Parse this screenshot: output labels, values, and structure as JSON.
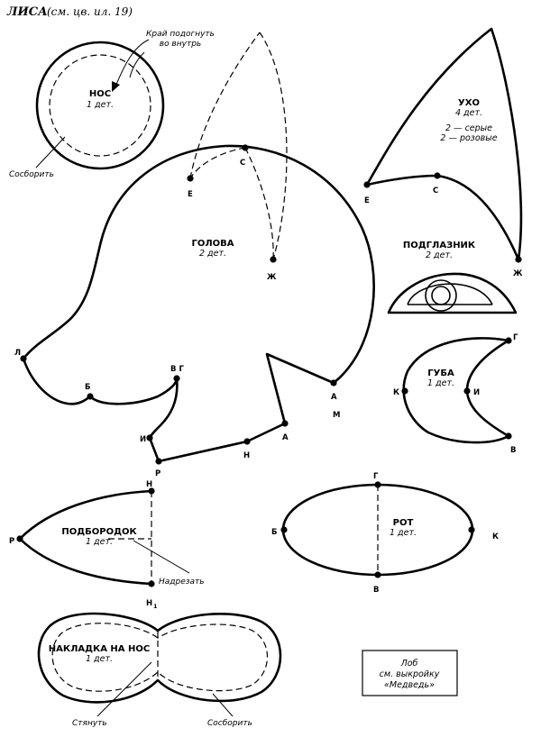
{
  "header": {
    "title": "ЛИСА",
    "reference": "(см. цв. ил. 19)"
  },
  "nose": {
    "title": "НОС",
    "count": "1 дет.",
    "note_line1": "Край подогнуть",
    "note_line2": "во внутрь",
    "gather": "Cосборить"
  },
  "head": {
    "title": "ГОЛОВА",
    "count": "2 дет."
  },
  "ear": {
    "title": "УХО",
    "count": "4 дет.",
    "variant1": "2 — серые",
    "variant2": "2 — розовые"
  },
  "eyelid": {
    "title": "ПОДГЛАЗНИК",
    "count": "2 дет."
  },
  "lip": {
    "title": "ГУБА",
    "count": "1 дет."
  },
  "chin": {
    "title": "ПОДБОРОДОК",
    "count": "1 дет.",
    "cut": "Надрезать"
  },
  "mouth": {
    "title": "РОТ",
    "count": "1 дет."
  },
  "nose_cover": {
    "title": "НАКЛАДКА НА НОС",
    "count": "1 дет.",
    "pull": "Стянуть",
    "gather": "Сосборить"
  },
  "forehead_box": {
    "line1": "Лоб",
    "line2": "см. выкройку",
    "line3": "«Медведь»"
  },
  "points": {
    "E": "Е",
    "C": "С",
    "Zh": "Ж",
    "L": "Л",
    "B": "Б",
    "V": "В",
    "G": "Г",
    "VG": "В Г",
    "I": "И",
    "R": "Р",
    "N": "Н",
    "N1": "Н",
    "N1_sub": "1",
    "A": "А",
    "M": "М",
    "K": "К"
  }
}
